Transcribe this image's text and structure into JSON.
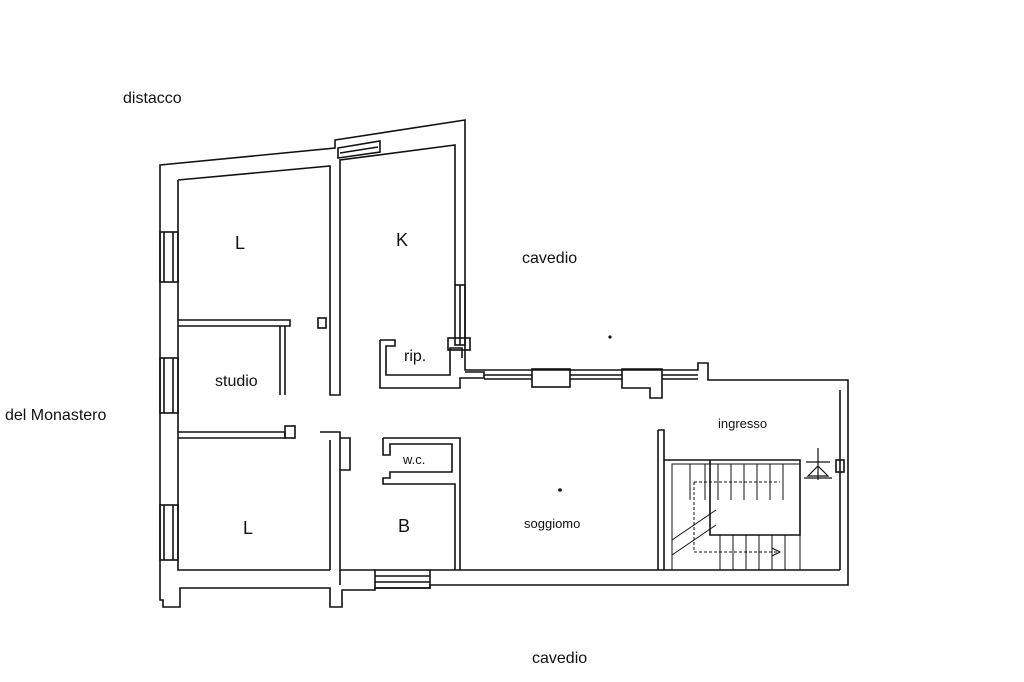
{
  "labels": {
    "distacco": "distacco",
    "cavedio_top": "cavedio",
    "cavedio_bottom": "cavedio",
    "street": "del Monastero",
    "room_l_top": "L",
    "room_k": "K",
    "room_studio": "studio",
    "room_rip": "rip.",
    "room_wc": "w.c.",
    "room_l_bottom": "L",
    "room_b": "B",
    "room_soggiorno": "soggiomo",
    "room_ingresso": "ingresso"
  },
  "colors": {
    "wall": "#111111",
    "background": "#ffffff"
  }
}
